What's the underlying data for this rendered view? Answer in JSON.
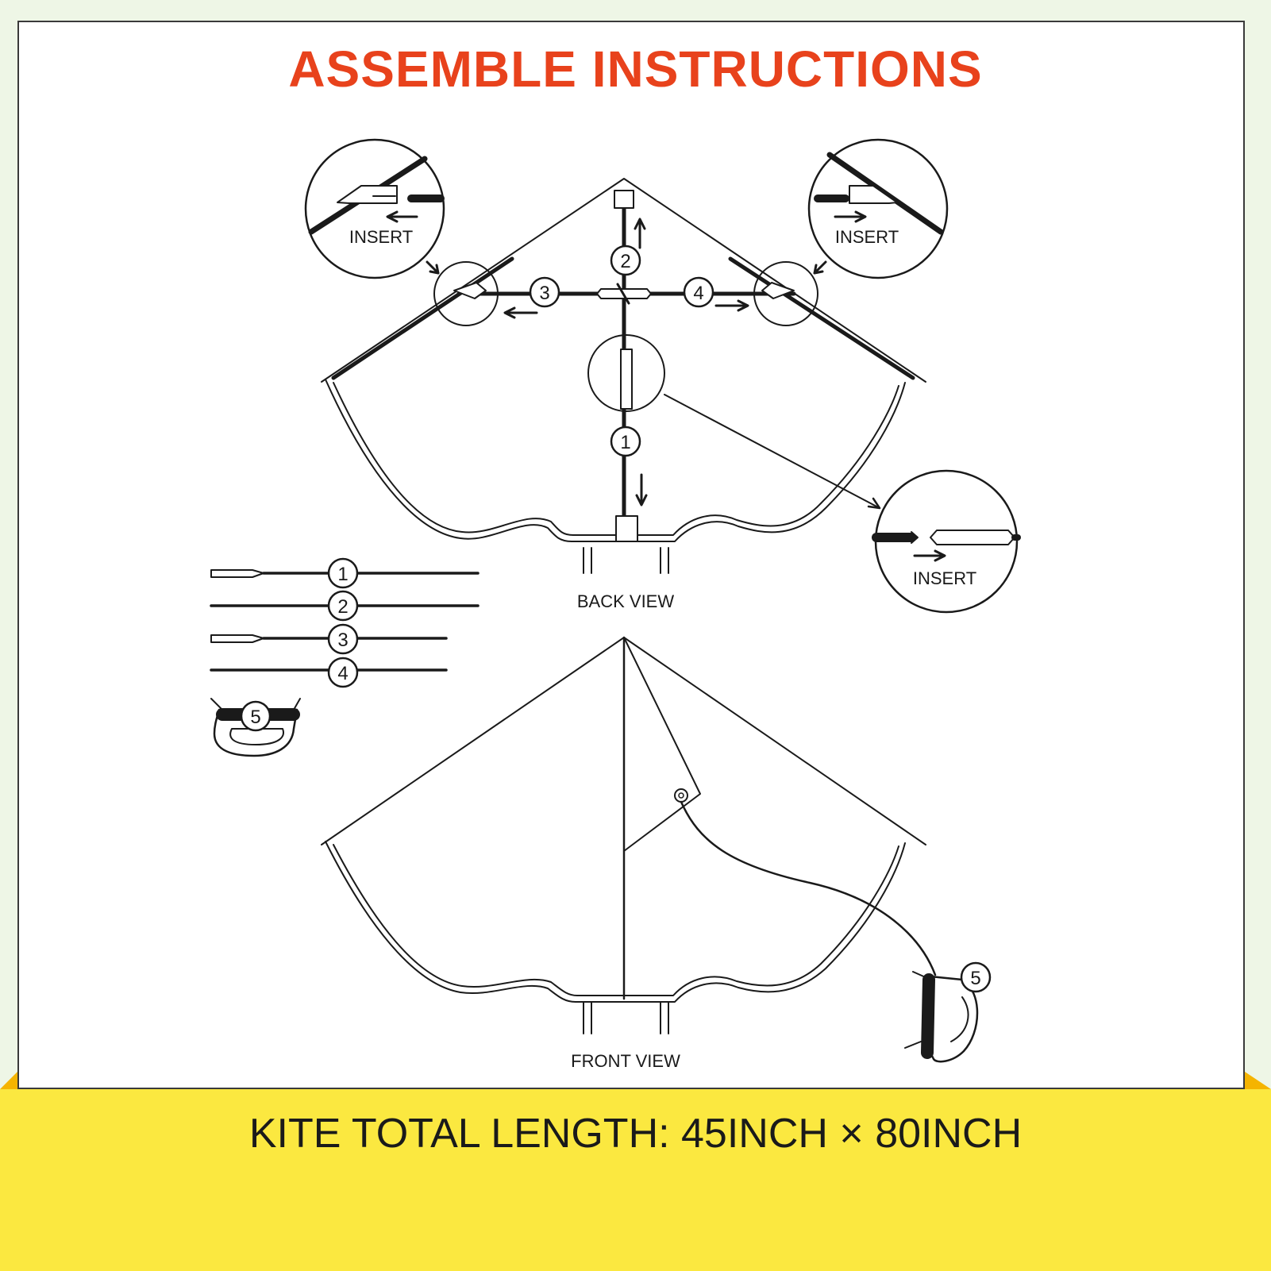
{
  "title": "ASSEMBLE INSTRUCTIONS",
  "colors": {
    "title": "#e8421c",
    "band": "#fbe840",
    "corner": "#f5b400",
    "line": "#1a1a1a"
  },
  "back_view": {
    "label": "BACK VIEW",
    "callouts": {
      "top_left": "INSERT",
      "top_right": "INSERT",
      "right": "INSERT"
    }
  },
  "front_view": {
    "label": "FRONT VIEW"
  },
  "parts": [
    "1",
    "2",
    "3",
    "4",
    "5"
  ],
  "footer": {
    "dimensions": "KITE TOTAL LENGTH: 45INCH × 80INCH"
  }
}
